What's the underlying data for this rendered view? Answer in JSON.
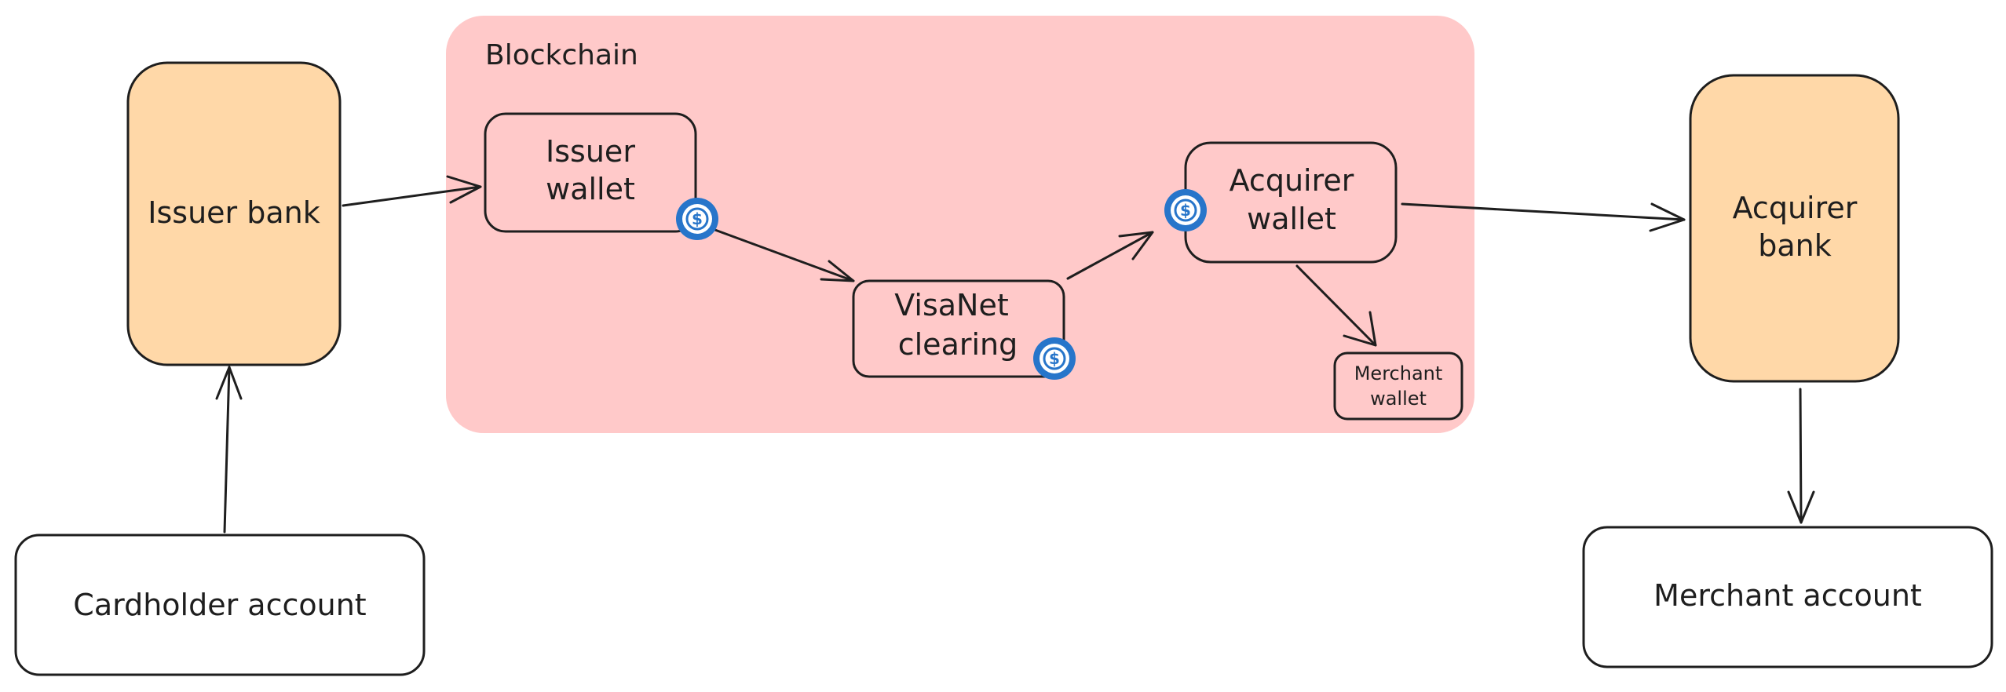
{
  "diagram": {
    "blockchain_label": "Blockchain",
    "issuer_bank": "Issuer bank",
    "issuer_wallet": [
      "Issuer",
      "wallet"
    ],
    "visanet_clearing": [
      "VisaNet",
      "clearing"
    ],
    "acquirer_wallet": [
      "Acquirer",
      "wallet"
    ],
    "merchant_wallet": [
      "Merchant",
      "wallet"
    ],
    "acquirer_bank": [
      "Acquirer",
      "bank"
    ],
    "cardholder_account": "Cardholder account",
    "merchant_account": "Merchant account",
    "token_icon": "usdc-coin-icon",
    "colors": {
      "blockchain_fill": "#ffc9c9",
      "bank_fill": "#ffd8a8",
      "stroke": "#1e1e1e",
      "coin_blue": "#2775ca"
    }
  }
}
